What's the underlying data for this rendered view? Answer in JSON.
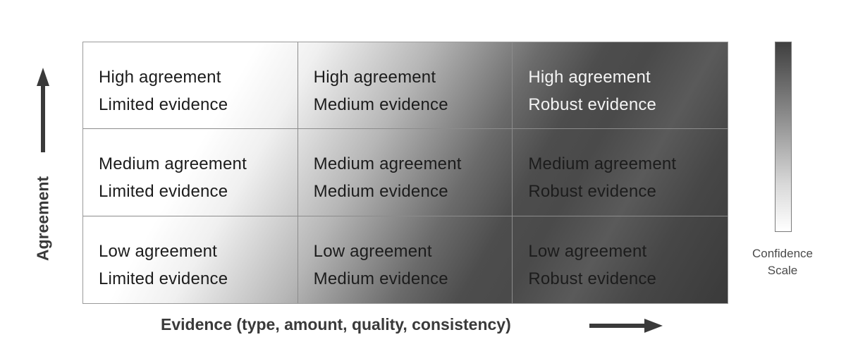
{
  "cells": [
    {
      "agreement": "High agreement",
      "evidence": "Limited evidence"
    },
    {
      "agreement": "High agreement",
      "evidence": "Medium evidence"
    },
    {
      "agreement": "High agreement",
      "evidence": "Robust evidence"
    },
    {
      "agreement": "Medium agreement",
      "evidence": "Limited evidence"
    },
    {
      "agreement": "Medium agreement",
      "evidence": "Medium evidence"
    },
    {
      "agreement": "Medium agreement",
      "evidence": "Robust evidence"
    },
    {
      "agreement": "Low agreement",
      "evidence": "Limited evidence"
    },
    {
      "agreement": "Low agreement",
      "evidence": "Medium evidence"
    },
    {
      "agreement": "Low agreement",
      "evidence": "Robust evidence"
    }
  ],
  "y_axis": {
    "label": "Agreement",
    "arrow_icon": "arrow-up-icon"
  },
  "x_axis": {
    "label": "Evidence (type, amount, quality, consistency)",
    "arrow_icon": "arrow-right-icon"
  },
  "scale": {
    "line1": "Confidence",
    "line2": "Scale",
    "color_high": "#3f3f3f",
    "color_low": "#ffffff"
  }
}
